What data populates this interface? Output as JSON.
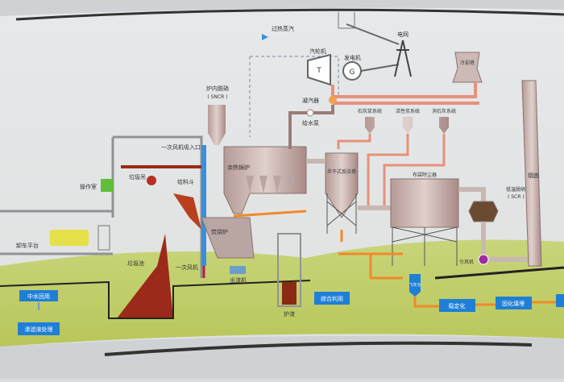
{
  "labels": {
    "superheated_steam": "过热蒸汽",
    "turbine": "汽轮机",
    "turbine_symbol": "T",
    "generator": "发电机",
    "generator_symbol": "G",
    "grid": "电网",
    "cooling_tower": "冷却塔",
    "sncr": "炉内脱硝",
    "sncr_sub": "( SNCR )",
    "condenser": "凝汽器",
    "feed_pump": "给水泵",
    "lime_system": "石灰浆系统",
    "carbon_system": "活性炭系统",
    "hydrated_lime_system": "消石灰系统",
    "primary_fan_inlet": "一次风机吸入口",
    "crane": "垃圾吊",
    "hopper": "给料斗",
    "control_room": "操作室",
    "boiler": "余热锅炉",
    "unloading_platform": "卸车平台",
    "pit": "垃圾池",
    "incinerator": "焚烧炉",
    "primary_fan": "一次风机",
    "slag_extractor": "出渣机",
    "reactor": "半干式反应塔",
    "baghouse": "布袋除尘器",
    "scr": "低温脱硝",
    "scr_sub": "( SCR )",
    "id_fan": "引风机",
    "chimney": "烟囱",
    "slag": "炉渣",
    "ash_silo": "飞灰仓",
    "water_reuse": "中水回用",
    "leachate": "渗滤液处理",
    "utilization": "综合利用",
    "stabilize": "稳定化",
    "landfill": "固化填埋"
  },
  "colors": {
    "pipe": "#9a7b78",
    "steam": "#e8907a",
    "orange": "#f08a2a",
    "blue_box": "#1f7fd6",
    "garbage": "#9c2a1a",
    "air": "#3a8fd8",
    "ground": "#c9d47a"
  }
}
